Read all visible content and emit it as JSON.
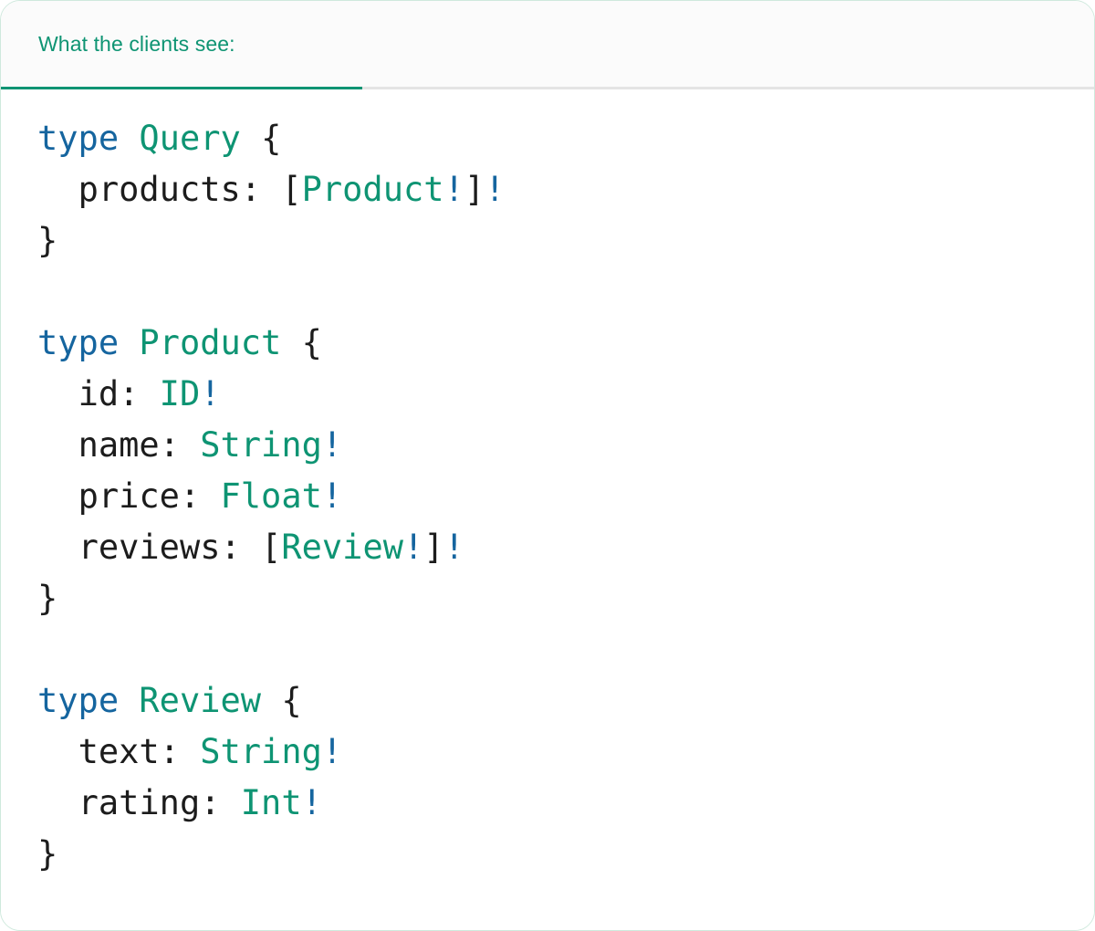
{
  "card": {
    "border_color": "#cfe9dd",
    "background": "#ffffff"
  },
  "header": {
    "background": "#fbfbfb",
    "active_tab_label": "What the clients see:",
    "active_tab_color": "#0e9473",
    "underline_color": "#0e9473",
    "divider_color": "#e4e4e4"
  },
  "palette": {
    "keyword_blue": "#15659f",
    "type_teal": "#0e9473",
    "text_black": "#1c1c1c",
    "bang_blue": "#15659f"
  },
  "code": {
    "language": "graphql",
    "raw": "type Query {\n  products: [Product!]!\n}\n\ntype Product {\n  id: ID!\n  name: String!\n  price: Float!\n  reviews: [Review!]!\n}\n\ntype Review {\n  text: String!\n  rating: Int!\n}",
    "lines": [
      {
        "kind": "type-open",
        "keyword": "type",
        "name": "Query",
        "brace": "{"
      },
      {
        "kind": "field",
        "indent": "  ",
        "name": "products:",
        "prefix": " [",
        "type": "Product",
        "bang1": "!",
        "suffix": "]",
        "bang2": "!"
      },
      {
        "kind": "close",
        "brace": "}"
      },
      {
        "kind": "blank"
      },
      {
        "kind": "type-open",
        "keyword": "type",
        "name": "Product",
        "brace": "{"
      },
      {
        "kind": "field",
        "indent": "  ",
        "name": "id:",
        "prefix": " ",
        "type": "ID",
        "bang1": "!",
        "suffix": "",
        "bang2": ""
      },
      {
        "kind": "field",
        "indent": "  ",
        "name": "name:",
        "prefix": " ",
        "type": "String",
        "bang1": "!",
        "suffix": "",
        "bang2": ""
      },
      {
        "kind": "field",
        "indent": "  ",
        "name": "price:",
        "prefix": " ",
        "type": "Float",
        "bang1": "!",
        "suffix": "",
        "bang2": ""
      },
      {
        "kind": "field",
        "indent": "  ",
        "name": "reviews:",
        "prefix": " [",
        "type": "Review",
        "bang1": "!",
        "suffix": "]",
        "bang2": "!"
      },
      {
        "kind": "close",
        "brace": "}"
      },
      {
        "kind": "blank"
      },
      {
        "kind": "type-open",
        "keyword": "type",
        "name": "Review",
        "brace": "{"
      },
      {
        "kind": "field",
        "indent": "  ",
        "name": "text:",
        "prefix": " ",
        "type": "String",
        "bang1": "!",
        "suffix": "",
        "bang2": ""
      },
      {
        "kind": "field",
        "indent": "  ",
        "name": "rating:",
        "prefix": " ",
        "type": "Int",
        "bang1": "!",
        "suffix": "",
        "bang2": ""
      },
      {
        "kind": "close",
        "brace": "}"
      }
    ]
  }
}
